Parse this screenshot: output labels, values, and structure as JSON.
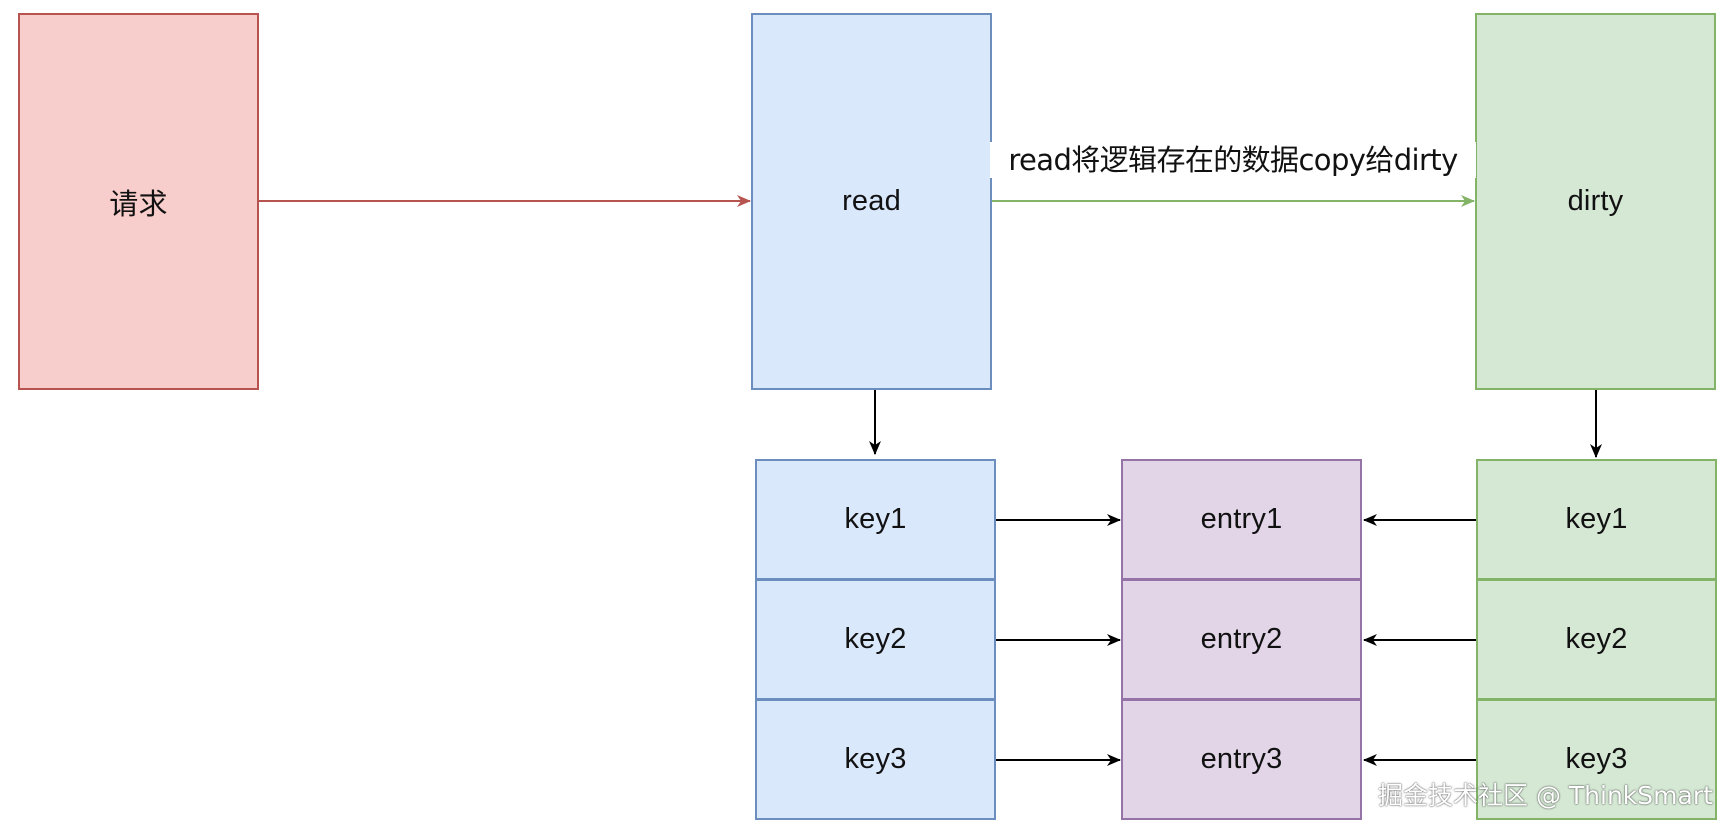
{
  "nodes": {
    "request": "请求",
    "read": "read",
    "dirty": "dirty"
  },
  "read_keys": [
    "key1",
    "key2",
    "key3"
  ],
  "entries": [
    "entry1",
    "entry2",
    "entry3"
  ],
  "dirty_keys": [
    "key1",
    "key2",
    "key3"
  ],
  "edge_label": "read将逻辑存在的数据copy给dirty",
  "watermark": "掘金技术社区 @ ThinkSmart",
  "colors": {
    "red_fill": "#f8cecc",
    "red_stroke": "#b85450",
    "blue_fill": "#dae8fc",
    "blue_stroke": "#6c8ebf",
    "green_fill": "#d5e8d4",
    "green_stroke": "#82b366",
    "purple_fill": "#e1d5e7",
    "purple_stroke": "#9673a6"
  }
}
